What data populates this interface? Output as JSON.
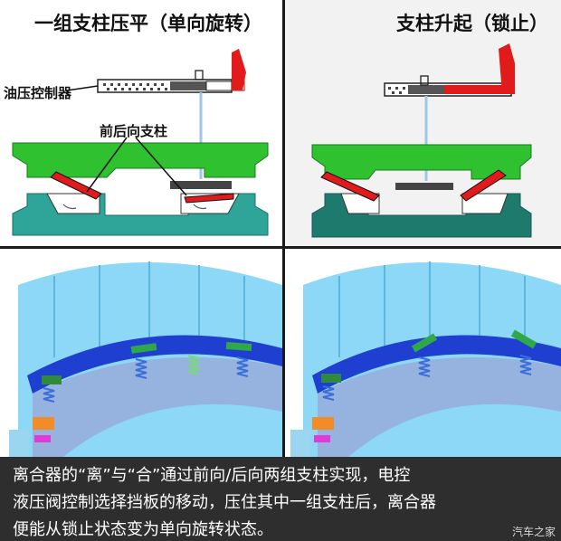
{
  "panels": {
    "top_left": {
      "title": "一组支柱压平（单向旋转）",
      "label_controller": "油压控制器",
      "label_struts": "前后向支柱"
    },
    "top_right": {
      "title": "支柱升起（锁止）"
    }
  },
  "caption": {
    "line1": "离合器的“离”与“合”通过前向/后向两组支柱实现，电控",
    "line2": "液压阀控制选择挡板的移动，压住其中一组支柱后，离合器",
    "line3": "便能从锁止状态变为单向旋转状态。"
  },
  "watermark": "汽车之家",
  "colors": {
    "green": "#2fc12f",
    "teal": "#2fa59a",
    "teal_dark": "#1f7a6e",
    "red": "#e11b1b",
    "ring_blue": "#7fd4f5",
    "ring_dark_blue": "#1f3fd0",
    "spring_blue": "#3a6fd8",
    "orange": "#f28c28",
    "magenta": "#e23ad6"
  }
}
